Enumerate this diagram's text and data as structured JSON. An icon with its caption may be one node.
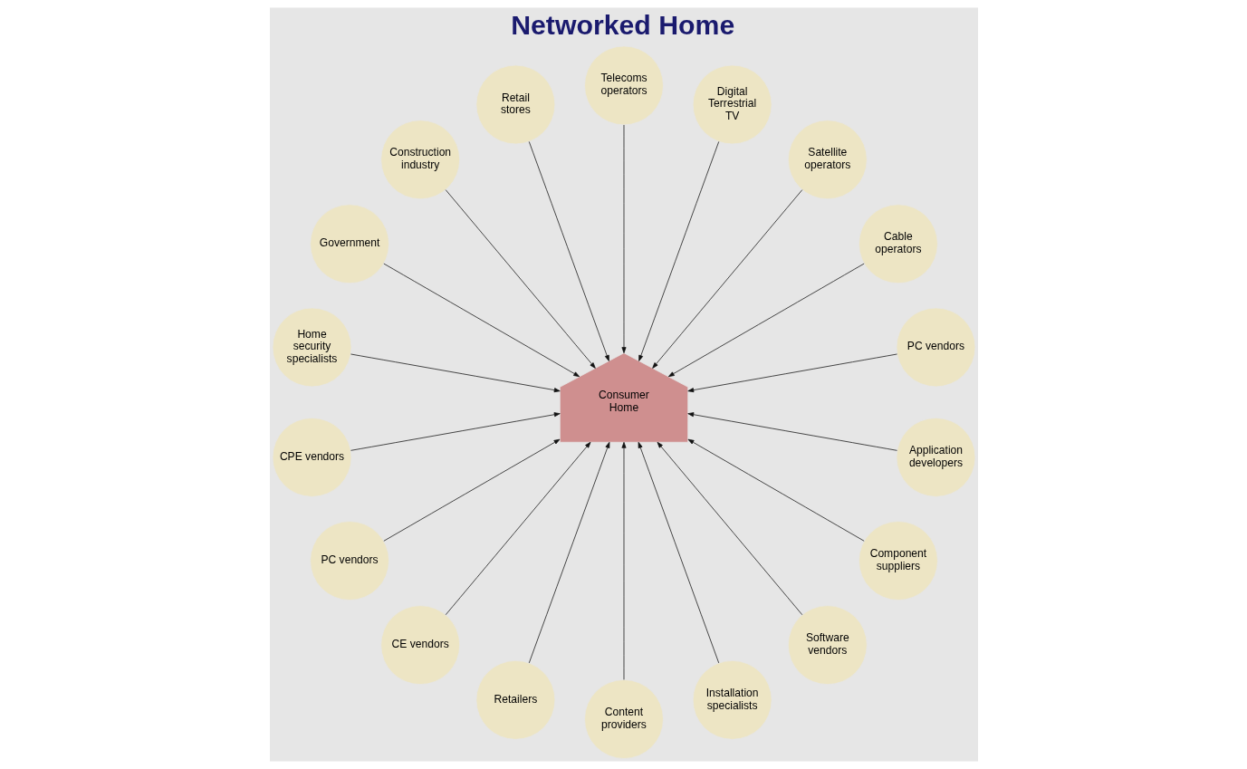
{
  "diagram": {
    "title": "Networked Home",
    "nodes": [
      {
        "text": [
          "Consumer Home"
        ]
      },
      {
        "text": [
          "PC vendors"
        ]
      },
      {
        "text": [
          "Cable operators"
        ]
      },
      {
        "text": [
          "Satellite operators"
        ]
      },
      {
        "text": [
          "Digital Terrestrial TV"
        ]
      },
      {
        "text": [
          "Telecoms operators"
        ]
      },
      {
        "text": [
          "Retail stores"
        ]
      },
      {
        "text": [
          "Construction industry"
        ]
      },
      {
        "text": [
          "Government"
        ]
      },
      {
        "text": [
          "Home security specialists"
        ]
      },
      {
        "text": [
          "CPE vendors"
        ]
      },
      {
        "text": [
          "PC vendors"
        ]
      },
      {
        "text": [
          "CE vendors"
        ]
      },
      {
        "text": [
          "Retailers"
        ]
      },
      {
        "text": [
          "Content providers"
        ]
      },
      {
        "text": [
          "Installation specialists"
        ]
      },
      {
        "text": [
          "Software vendors"
        ]
      },
      {
        "text": [
          "Component suppliers"
        ]
      },
      {
        "text": [
          "Application developers"
        ]
      }
    ],
    "edges": [
      {
        "from": 1,
        "to": 0,
        "arrow": "to"
      },
      {
        "from": 2,
        "to": 0,
        "arrow": "to"
      },
      {
        "from": 3,
        "to": 0,
        "arrow": "to"
      },
      {
        "from": 4,
        "to": 0,
        "arrow": "to"
      },
      {
        "from": 5,
        "to": 0,
        "arrow": "to"
      },
      {
        "from": 6,
        "to": 0,
        "arrow": "to"
      },
      {
        "from": 7,
        "to": 0,
        "arrow": "to"
      },
      {
        "from": 8,
        "to": 0,
        "arrow": "to"
      },
      {
        "from": 9,
        "to": 0,
        "arrow": "to"
      },
      {
        "from": 10,
        "to": 0,
        "arrow": "to"
      },
      {
        "from": 11,
        "to": 0,
        "arrow": "to"
      },
      {
        "from": 12,
        "to": 0,
        "arrow": "to"
      },
      {
        "from": 13,
        "to": 0,
        "arrow": "to"
      },
      {
        "from": 14,
        "to": 0,
        "arrow": "to"
      },
      {
        "from": 15,
        "to": 0,
        "arrow": "to"
      },
      {
        "from": 16,
        "to": 0,
        "arrow": "to"
      },
      {
        "from": 17,
        "to": 0,
        "arrow": "to"
      },
      {
        "from": 18,
        "to": 0,
        "arrow": "to"
      }
    ]
  }
}
